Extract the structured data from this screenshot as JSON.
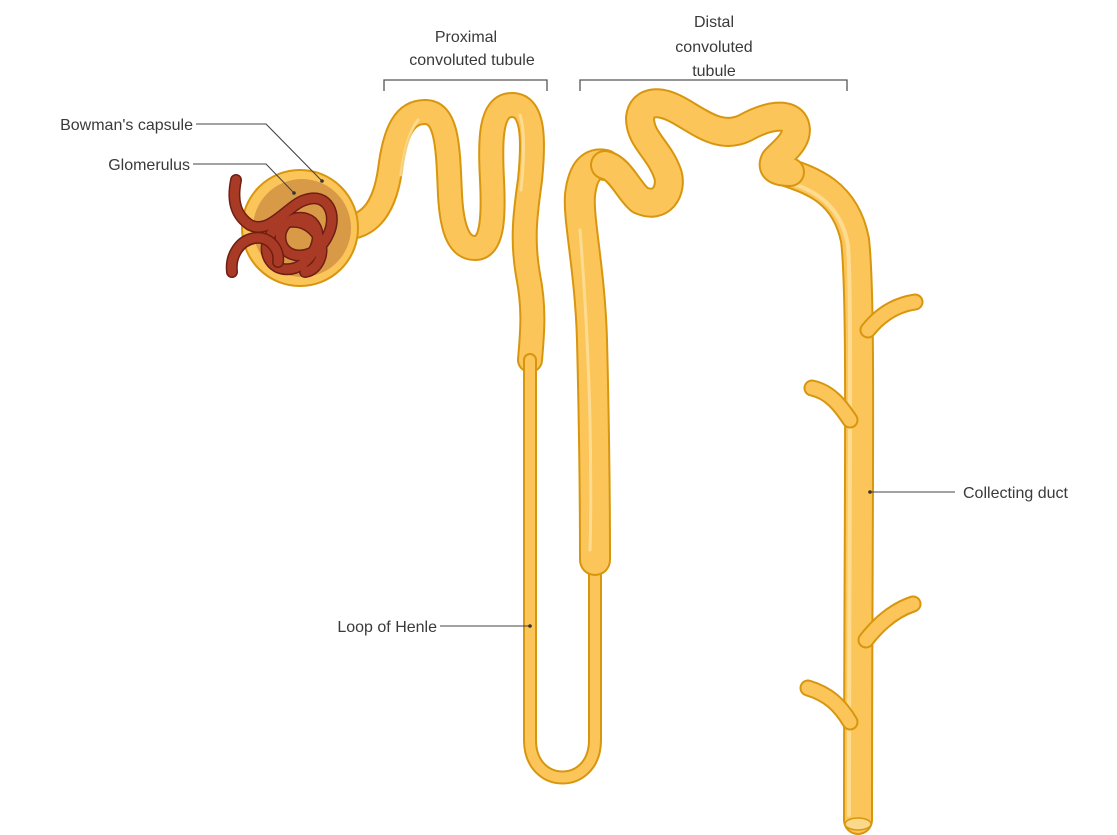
{
  "labels": {
    "bowmans_capsule": "Bowman's capsule",
    "glomerulus": "Glomerulus",
    "proximal_line1": "Proximal",
    "proximal_line2": "convoluted tubule",
    "distal_line1": "Distal",
    "distal_line2": "convoluted",
    "distal_line3": "tubule",
    "loop_of_henle": "Loop of Henle",
    "collecting_duct": "Collecting duct"
  },
  "colors": {
    "tubule_fill": "#fcc55a",
    "tubule_outline": "#d8960f",
    "capsule_inner": "#d99a48",
    "glomerulus": "#a93a26",
    "glomerulus_outline": "#6e1e12"
  }
}
